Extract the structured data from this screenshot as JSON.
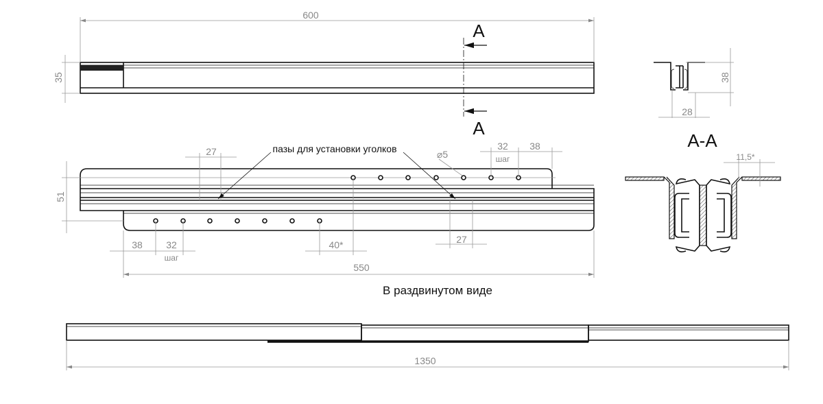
{
  "top_view": {
    "length": "600",
    "height": "35",
    "section_mark": "A"
  },
  "section_small": {
    "height": "38",
    "width": "28"
  },
  "section_title": "A-A",
  "section_large": {
    "offset": "11,5*"
  },
  "middle_view": {
    "height": "51",
    "slot_label": "пазы для установки уголков",
    "slot_width_left": "27",
    "slot_width_right": "27",
    "hole_diameter": "⌀5",
    "pitch_top": "32",
    "pitch_top_label": "шаг",
    "edge_top": "38",
    "edge_bottom": "38",
    "pitch_bottom": "32",
    "pitch_bottom_label": "шаг",
    "hole_gap": "40*",
    "length": "550"
  },
  "extended_title": "В раздвинутом виде",
  "extended_view": {
    "length": "1350"
  }
}
